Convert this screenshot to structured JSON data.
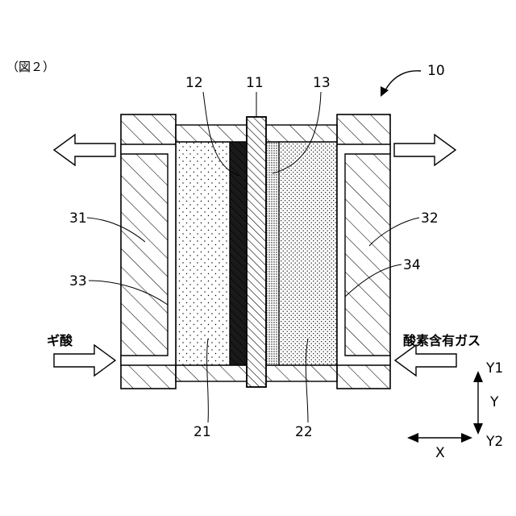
{
  "figure_caption": "（図２）",
  "labels": {
    "assembly": "10",
    "membrane": "11",
    "layer_left": "12",
    "layer_right": "13",
    "electrode_left": "21",
    "electrode_right": "22",
    "plate_left": "31",
    "plate_right": "32",
    "channel_left": "33",
    "channel_right": "34"
  },
  "flow_labels": {
    "fuel_in": "ギ酸",
    "oxidant_in": "酸素含有ガス"
  },
  "axes": {
    "y_top": "Y1",
    "y": "Y",
    "y_bottom": "Y2",
    "x": "X"
  }
}
